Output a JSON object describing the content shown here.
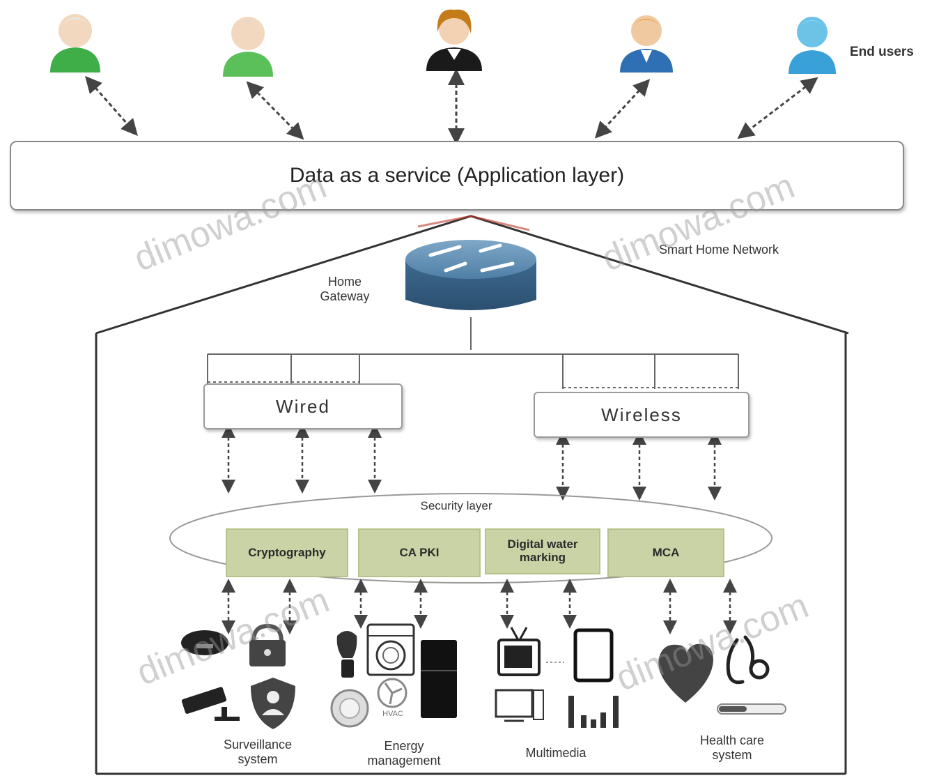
{
  "end_users_label": "End users",
  "application_layer": "Data as a service (Application layer)",
  "smart_home_network": "Smart Home Network",
  "home_gateway": "Home\nGateway",
  "wired": "Wired",
  "wireless": "Wireless",
  "security_layer": "Security layer",
  "security_boxes": [
    "Cryptography",
    "CA PKI",
    "Digital water marking",
    "MCA"
  ],
  "systems": {
    "surveillance": "Surveillance\nsystem",
    "energy": "Energy\nmanagement",
    "multimedia": "Multimedia",
    "health": "Health care\nsystem"
  },
  "hvac_label": "HVAC",
  "watermark": "dimowa.com",
  "user_colors": [
    "#3fae49",
    "#5bbf5a",
    "#1a1a1a",
    "#2f6fb3",
    "#3aa0d8"
  ]
}
